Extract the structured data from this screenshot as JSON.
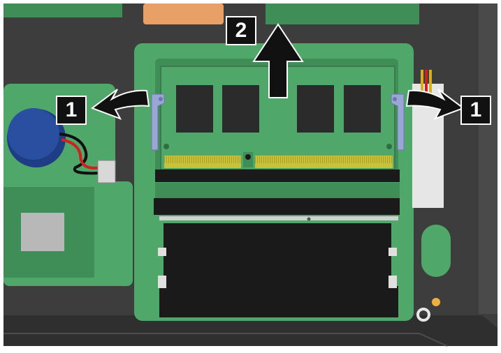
{
  "figure": {
    "steps": {
      "left_latch_step": "1",
      "lift_step": "2",
      "right_latch_step": "1"
    },
    "colors": {
      "board_green": "#4fa86a",
      "board_green_dark": "#3f8e57",
      "chassis_dark": "#3a3a3a",
      "chassis_mid": "#464646",
      "slot_black": "#1a1a1a",
      "contact_gold": "#c7c23a",
      "battery_blue": "#2a4fa0",
      "latch_blue": "#9aa6d6",
      "connector_tab_orange": "#e8a066",
      "arrow": "#111111",
      "label_bg": "#111111",
      "label_text": "#ffffff"
    }
  }
}
